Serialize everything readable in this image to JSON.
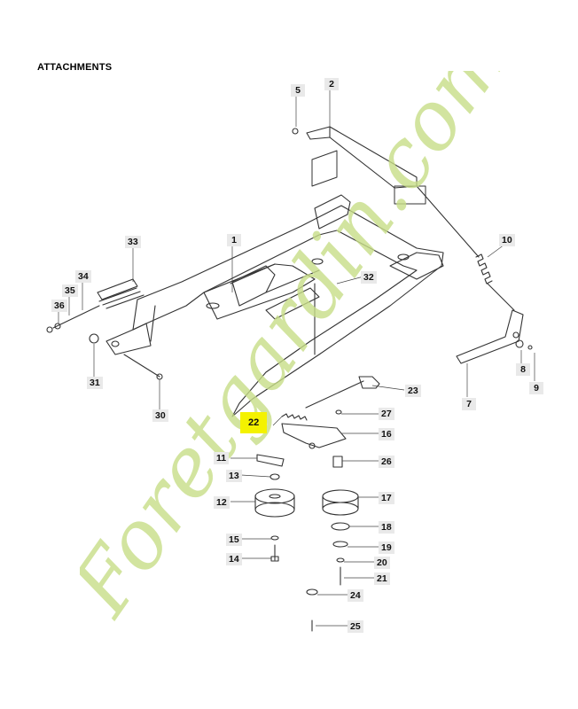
{
  "title": "ATTACHMENTS",
  "watermark": {
    "text": "Foretgardin.com",
    "color": "#c8de88"
  },
  "callouts": [
    "1",
    "2",
    "5",
    "7",
    "8",
    "9",
    "10",
    "11",
    "12",
    "13",
    "14",
    "15",
    "16",
    "17",
    "18",
    "19",
    "20",
    "21",
    "22",
    "23",
    "24",
    "25",
    "26",
    "27",
    "30",
    "31",
    "32",
    "33",
    "34",
    "35",
    "36"
  ],
  "highlighted_part": "22",
  "highlight_color": "#f4f200"
}
